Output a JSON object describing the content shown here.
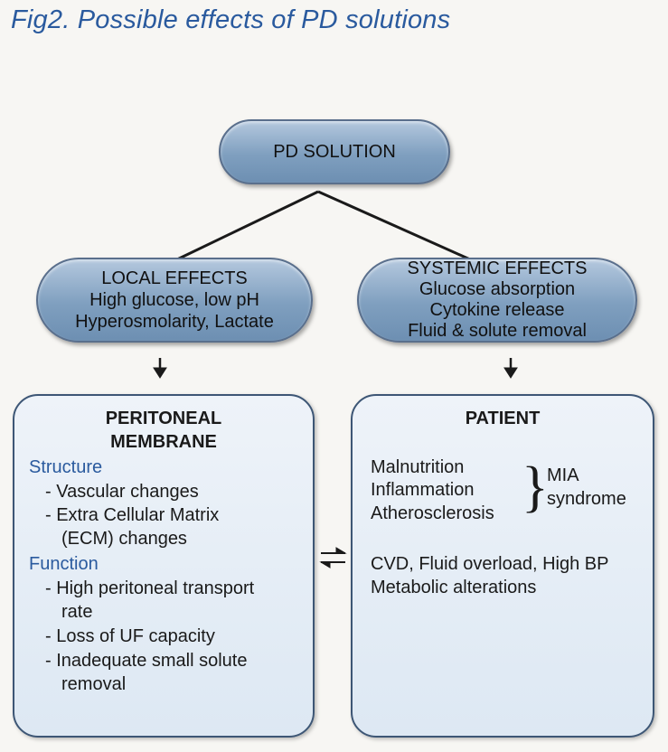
{
  "title": "Fig2. Possible effects of PD solutions",
  "root": {
    "label": "PD SOLUTION"
  },
  "local": {
    "lines": [
      "LOCAL EFFECTS",
      "High glucose, low pH",
      "Hyperosmolarity, Lactate"
    ]
  },
  "systemic": {
    "lines": [
      "SYSTEMIC EFFECTS",
      "Glucose absorption",
      "Cytokine release",
      "Fluid & solute removal"
    ]
  },
  "membrane": {
    "title_lines": [
      "PERITONEAL",
      "MEMBRANE"
    ],
    "structure_heading": "Structure",
    "structure_items": [
      "- Vascular changes",
      "- Extra Cellular Matrix",
      "(ECM) changes"
    ],
    "function_heading": "Function",
    "function_items": [
      "- High peritoneal transport",
      "rate",
      "- Loss of UF capacity",
      "- Inadequate small solute",
      "removal"
    ]
  },
  "patient": {
    "title": "PATIENT",
    "mia_items": [
      "Malnutrition",
      "Inflammation",
      "Atherosclerosis"
    ],
    "brace": "}",
    "mia_label": [
      "MIA",
      "syndrome"
    ],
    "other_items": [
      "CVD, Fluid overload, High BP",
      "Metabolic alterations"
    ]
  },
  "colors": {
    "title": "#2a5a9e",
    "pill": "#7f9fbf",
    "box_border": "#3d5675",
    "heading": "#2a5a9e"
  }
}
